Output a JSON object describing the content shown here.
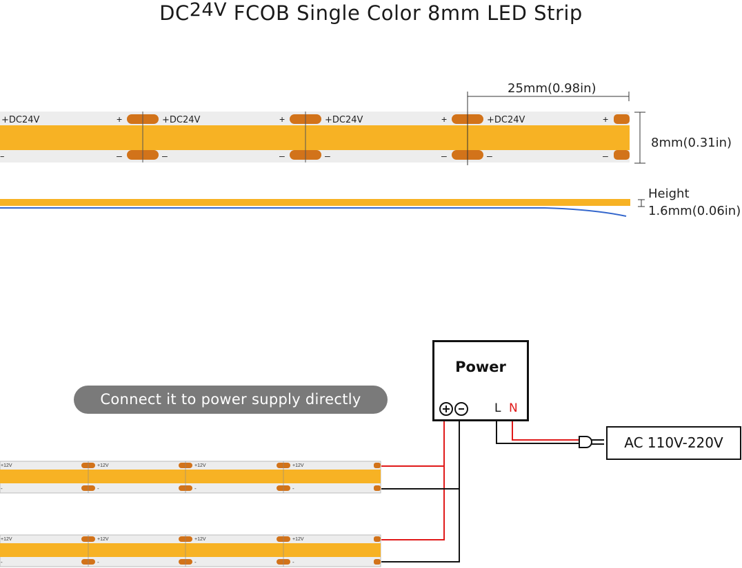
{
  "title": {
    "prefix": "DC",
    "voltage": "24V",
    "rest": " FCOB Single Color 8mm LED Strip"
  },
  "strip_top": {
    "pos_label": "+DC24V",
    "plus": "+",
    "minus": "–"
  },
  "dimensions": {
    "spacing": "25mm(0.98in)",
    "width": "8mm(0.31in)",
    "height_label": "Height",
    "height_value": "1.6mm(0.06in)"
  },
  "connect_label": "Connect it to power supply directly",
  "power": {
    "title": "Power",
    "terminal_L": "L",
    "terminal_N": "N",
    "plus": "+",
    "minus": "-"
  },
  "ac": {
    "label": "AC 110V-220V"
  },
  "strip_small": {
    "pos_label": "+12V",
    "minus": "-"
  },
  "colors": {
    "strip": "#F7B224",
    "pad": "#D2731A",
    "wire_red": "#E01818",
    "wire_black": "#111111",
    "edge_blue": "#3366CC"
  }
}
